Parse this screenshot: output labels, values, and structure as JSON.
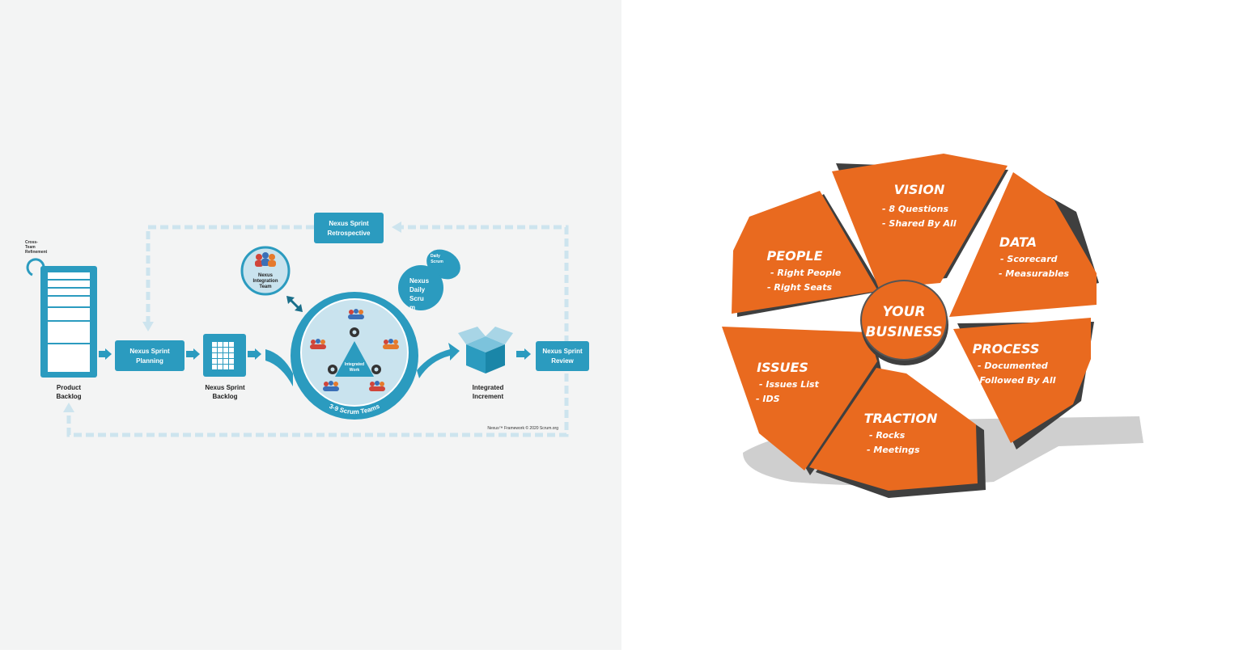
{
  "nexus": {
    "retrospective": [
      "Nexus Sprint",
      "Retrospective"
    ],
    "cross_team": [
      "Cross-",
      "Team",
      "Refinement"
    ],
    "integration_team": [
      "Nexus",
      "Integration",
      "Team"
    ],
    "daily_scrum_small": [
      "Daily",
      "Scrum"
    ],
    "daily_scrum_big": [
      "Nexus",
      "Daily",
      "Scru",
      "m"
    ],
    "planning": [
      "Nexus Sprint",
      "Planning"
    ],
    "sprint_backlog": [
      "Nexus Sprint",
      "Backlog"
    ],
    "product_backlog": [
      "Product",
      "Backlog"
    ],
    "integrated_work": [
      "Integrated",
      "Work"
    ],
    "scrum_teams": "3-9 Scrum Teams",
    "increment": [
      "Integrated",
      "Increment"
    ],
    "review": [
      "Nexus Sprint",
      "Review"
    ],
    "copyright": "Nexus™ Framework © 2020 Scrum.org",
    "colors": {
      "primary": "#2b9bbf",
      "light": "#c9e3ee",
      "dark": "#1a6f8a"
    }
  },
  "eos": {
    "center": [
      "YOUR",
      "BUSINESS"
    ],
    "segments": {
      "vision": {
        "title": "VISION",
        "items": [
          "- 8 Questions",
          "- Shared By All"
        ]
      },
      "data": {
        "title": "DATA",
        "items": [
          "- Scorecard",
          "- Measurables"
        ]
      },
      "process": {
        "title": "PROCESS",
        "items": [
          "- Documented",
          "- Followed By All"
        ]
      },
      "traction": {
        "title": "TRACTION",
        "items": [
          "- Rocks",
          "- Meetings"
        ]
      },
      "issues": {
        "title": "ISSUES",
        "items": [
          "- Issues List",
          "- IDS"
        ]
      },
      "people": {
        "title": "PEOPLE",
        "items": [
          "- Right People",
          "- Right Seats"
        ]
      }
    },
    "colors": {
      "orange": "#e96a1f",
      "shadow": "#3f3f3f",
      "ground": "#cfcfcf"
    }
  }
}
